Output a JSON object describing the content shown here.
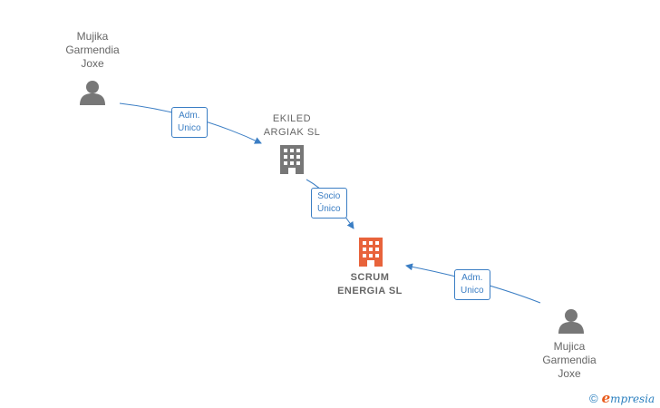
{
  "nodes": {
    "person_top": {
      "lines": [
        "Mujika",
        "Garmendia",
        "Joxe"
      ],
      "icon": "person-icon"
    },
    "company_mid": {
      "lines": [
        "EKILED",
        "ARGIAK  SL"
      ],
      "icon": "building-icon"
    },
    "company_focus": {
      "lines": [
        "SCRUM",
        "ENERGIA  SL"
      ],
      "icon": "building-icon",
      "color": "#e8633b"
    },
    "person_bottom": {
      "lines": [
        "Mujica",
        "Garmendia",
        "Joxe"
      ],
      "icon": "person-icon"
    }
  },
  "edges": {
    "e1": {
      "lines": [
        "Adm.",
        "Unico"
      ]
    },
    "e2": {
      "lines": [
        "Socio",
        "Único"
      ]
    },
    "e3": {
      "lines": [
        "Adm.",
        "Unico"
      ]
    }
  },
  "colors": {
    "edge": "#3b7ec4",
    "icon": "#777777",
    "focus": "#e8633b"
  },
  "brand": {
    "copyright": "©",
    "initial": "e",
    "name": "mpresia"
  }
}
